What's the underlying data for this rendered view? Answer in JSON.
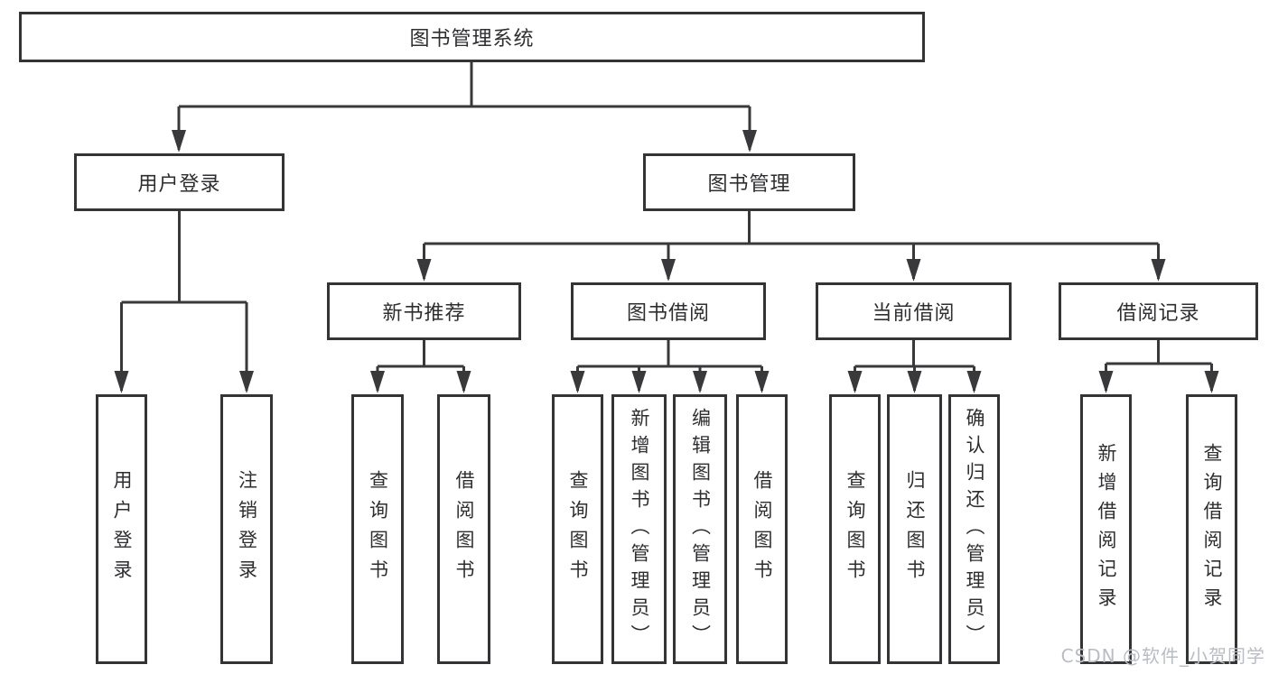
{
  "diagram_title": "图书管理系统",
  "nodes": {
    "root": {
      "label": "图书管理系统"
    },
    "user_login": {
      "label": "用户登录",
      "children": [
        "用户登录",
        "注销登录"
      ]
    },
    "book_mgmt": {
      "label": "图书管理"
    },
    "new_books": {
      "label": "新书推荐",
      "children": [
        "查询图书",
        "借阅图书"
      ]
    },
    "book_borrow": {
      "label": "图书借阅",
      "children": [
        "查询图书",
        "新增图书（管理员）",
        "编辑图书（管理员）",
        "借阅图书"
      ]
    },
    "current_borrow": {
      "label": "当前借阅",
      "children": [
        "查询图书",
        "归还图书",
        "确认归还（管理员）"
      ]
    },
    "borrow_records": {
      "label": "借阅记录",
      "children": [
        "新增借阅记录",
        "查询借阅记录"
      ]
    }
  },
  "watermark": {
    "text": "CSDN @软件_小贺同学"
  },
  "colors": {
    "line": "#39393b",
    "border": "#343436",
    "text": "#2e2e31",
    "watermark": "#b9bdc3",
    "background": "#ffffff"
  }
}
